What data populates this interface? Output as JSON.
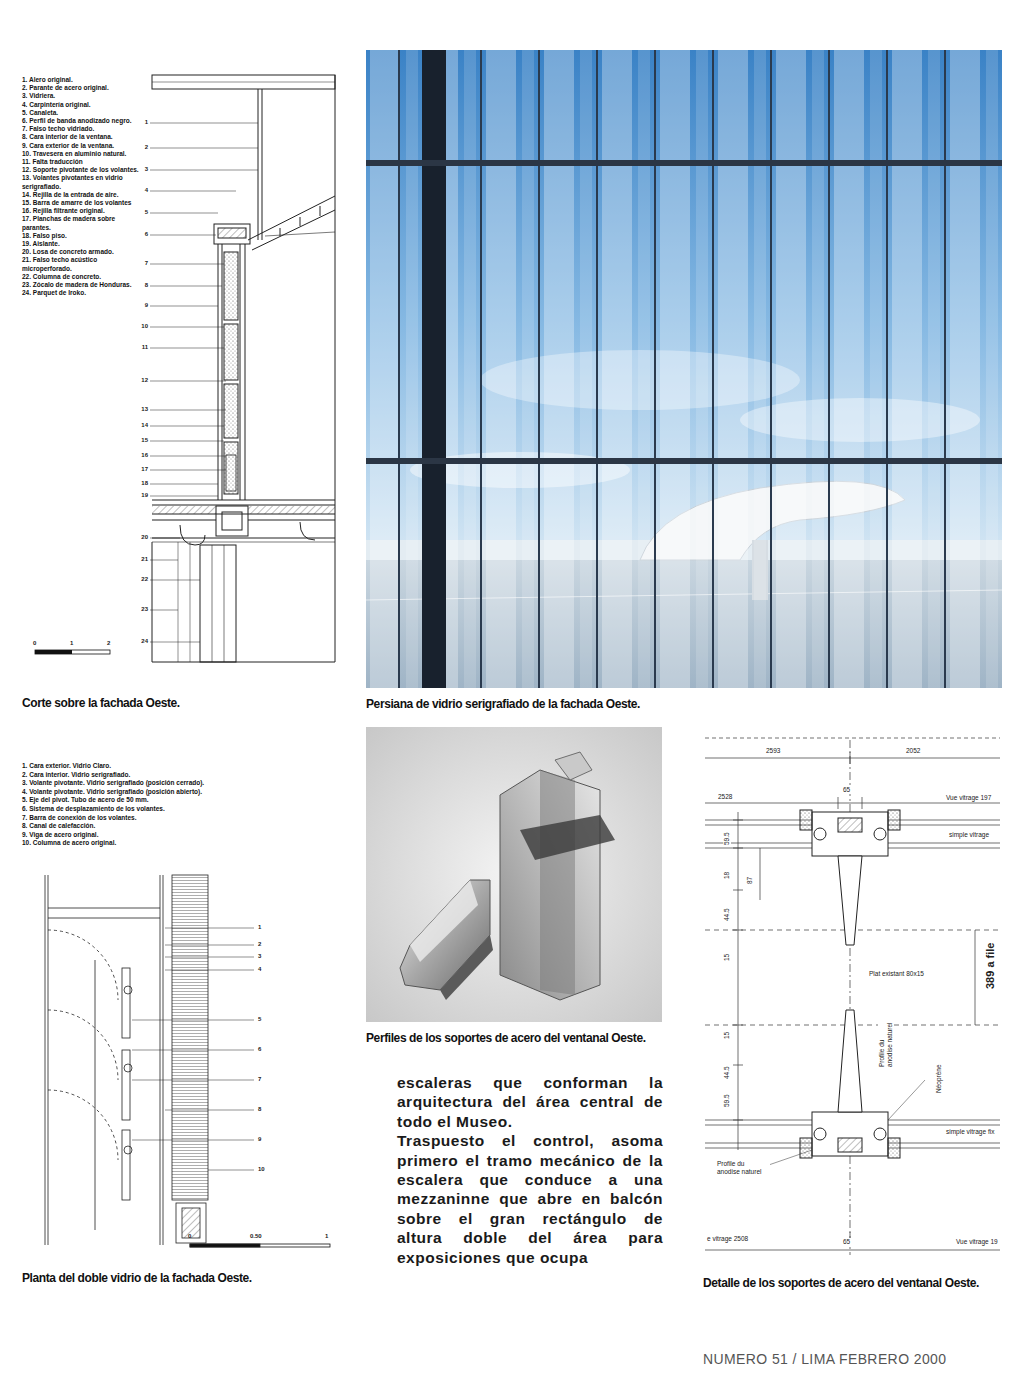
{
  "diagram": {
    "labels": [
      "1. Alero original.",
      "2. Parante de acero original.",
      "3. Vidriera.",
      "4. Carpintería original.",
      "5. Canaleta.",
      "6. Perfil de banda anodizado negro.",
      "7. Falso techo vidriado.",
      "8. Cara interior de la ventana.",
      "9. Cara exterior de la ventana.",
      "10. Travesera en aluminio natural.",
      "11. Falta traducción",
      "12. Soporte pivotante de los volantes.",
      "13. Volantes pivotantes en vidrio serigrafiado.",
      "14. Rejilla de la entrada de aire.",
      "15. Barra de amarre de los volantes",
      "16. Rejilla filtrante original.",
      "17. Planchas de madera sobre parantes.",
      "18. Falso piso.",
      "19. Aislante.",
      "20. Losa de concreto armado.",
      "21. Falso techo acústico microperforado.",
      "22. Columna de concreto.",
      "23. Zócalo de madera de Honduras.",
      "24. Parquet de Iroko.",
      "1",
      "2",
      "3",
      "4",
      "5",
      "6",
      "7",
      "8",
      "9",
      "10",
      "11",
      "12",
      "13",
      "14",
      "15",
      "16",
      "17",
      "18",
      "19",
      "20",
      "21",
      "22",
      "23",
      "24",
      "0",
      "1",
      "2",
      "Corte sobre la fachada Oeste.",
      "Persiana de vidrio serigrafiado de la fachada Oeste.",
      "1. Cara exterior. Vidrio Claro.",
      "2. Cara interior. Vidrio serigrafiado.",
      "3. Volante pivotante. Vidrio serigrafiado (posición cerrado).",
      "4. Volante pivotante. Vidrio serigrafiado (posición abierto).",
      "5. Eje del pivot. Tubo de acero de 50 mm.",
      "6. Sistema de desplazamiento de los volantes.",
      "7. Barra de conexión de los volantes.",
      "8. Canal de calefacción.",
      "9. Viga de acero original.",
      "10. Columna de acero original.",
      "1",
      "2",
      "3",
      "4",
      "5",
      "6",
      "7",
      "8",
      "9",
      "10",
      "0",
      "0.50",
      "1",
      "Planta del doble vidrio de la fachada Oeste.",
      "Perfiles de los soportes de acero del ventanal Oeste.",
      "escaleras que conforman la arquitectura del área central de todo el Museo.",
      "Traspuesto el control, asoma primero el tramo mecánico de la escalera que conduce a una mezzaninne que abre en balcón sobre el gran rectángulo de altura doble del área para exposiciones que ocupa",
      "2593",
      "2052",
      "2528",
      "65",
      "Vue vitrage 197",
      "simple vitrage",
      "Plat existant 80x15",
      "389 a file",
      "Profile du anodise naturel",
      "Néoprène",
      "simple vitrage fix",
      "Profile du anodise naturel",
      "e vitrage 2508",
      "65",
      "Vue vitrage 19",
      "59.5",
      "18",
      "87",
      "44.5",
      "15",
      "15",
      "44.5",
      "59.5",
      "Detalle de los soportes de acero del ventanal Oeste.",
      "NUMERO 51 / LIMA FEBRERO 2000"
    ]
  }
}
